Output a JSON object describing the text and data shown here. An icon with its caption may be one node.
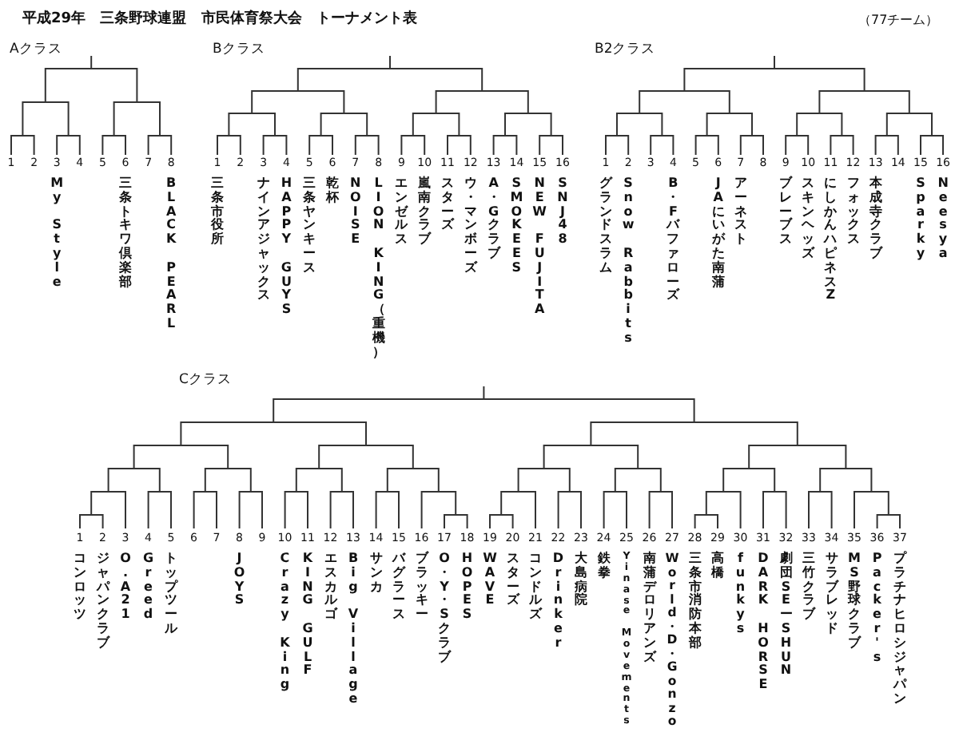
{
  "diagram": {
    "title": "平成29年 三条野球連盟 市民体育祭大会 トーナメント表",
    "labels": [
      "（77チーム）",
      "Aクラス",
      "1",
      "2",
      "3",
      "My Style",
      "4",
      "5",
      "6",
      "三条トキワ倶楽部",
      "7",
      "8",
      "BLACK PEARL",
      "Bクラス",
      "1",
      "三条市役所",
      "2",
      "3",
      "ナインアジャックス",
      "4",
      "HAPPY GUYS",
      "5",
      "三条ヤンキース",
      "6",
      "乾杯",
      "7",
      "NOISE",
      "8",
      "LION KING（重機）",
      "9",
      "エンゼルス",
      "10",
      "嵐南クラブ",
      "11",
      "スターズ",
      "12",
      "ウ・マンボーズ",
      "13",
      "A・Gクラブ",
      "14",
      "SMOKEES",
      "15",
      "NEW FUJITA",
      "16",
      "SNJ48",
      "B2クラス",
      "1",
      "グランドスラム",
      "2",
      "Snow Rabbits",
      "3",
      "4",
      "B・Fバファローズ",
      "5",
      "6",
      "JAにいがた南蒲",
      "7",
      "アーネスト",
      "8",
      "9",
      "ブレーブス",
      "10",
      "スキンヘッズ",
      "11",
      "にしかんハピネスZ",
      "12",
      "フォックス",
      "13",
      "本成寺クラブ",
      "14",
      "15",
      "Sparky",
      "16",
      "Neesya",
      "Cクラス",
      "1",
      "コンロッツ",
      "2",
      "ジャパンクラブ",
      "3",
      "O.A21",
      "4",
      "Greed",
      "5",
      "トップツール",
      "6",
      "7",
      "8",
      "JOYS",
      "9",
      "10",
      "Crazy King",
      "11",
      "KING GULF",
      "12",
      "エスカルゴ",
      "13",
      "Big Village",
      "14",
      "サンカ",
      "15",
      "バグラース",
      "16",
      "ブラッキー",
      "17",
      "O・Y・Sクラブ",
      "18",
      "HOPES",
      "19",
      "WAVE",
      "20",
      "スターズ",
      "21",
      "コンドルズ",
      "22",
      "Drinker",
      "23",
      "大島病院",
      "24",
      "鉄拳",
      "25",
      "Yinase Movements",
      "26",
      "南蒲デロリアンズ",
      "27",
      "World・D・Gonzo",
      "28",
      "三条市消防本部",
      "29",
      "高橋",
      "30",
      "funkys",
      "31",
      "DARK HORSE",
      "32",
      "劇団SEーSHUN",
      "33",
      "三竹クラブ",
      "34",
      "サラブレッド",
      "35",
      "MS野球クラブ",
      "36",
      "Packer's",
      "37",
      "プラチナヒロシジャパン"
    ]
  }
}
